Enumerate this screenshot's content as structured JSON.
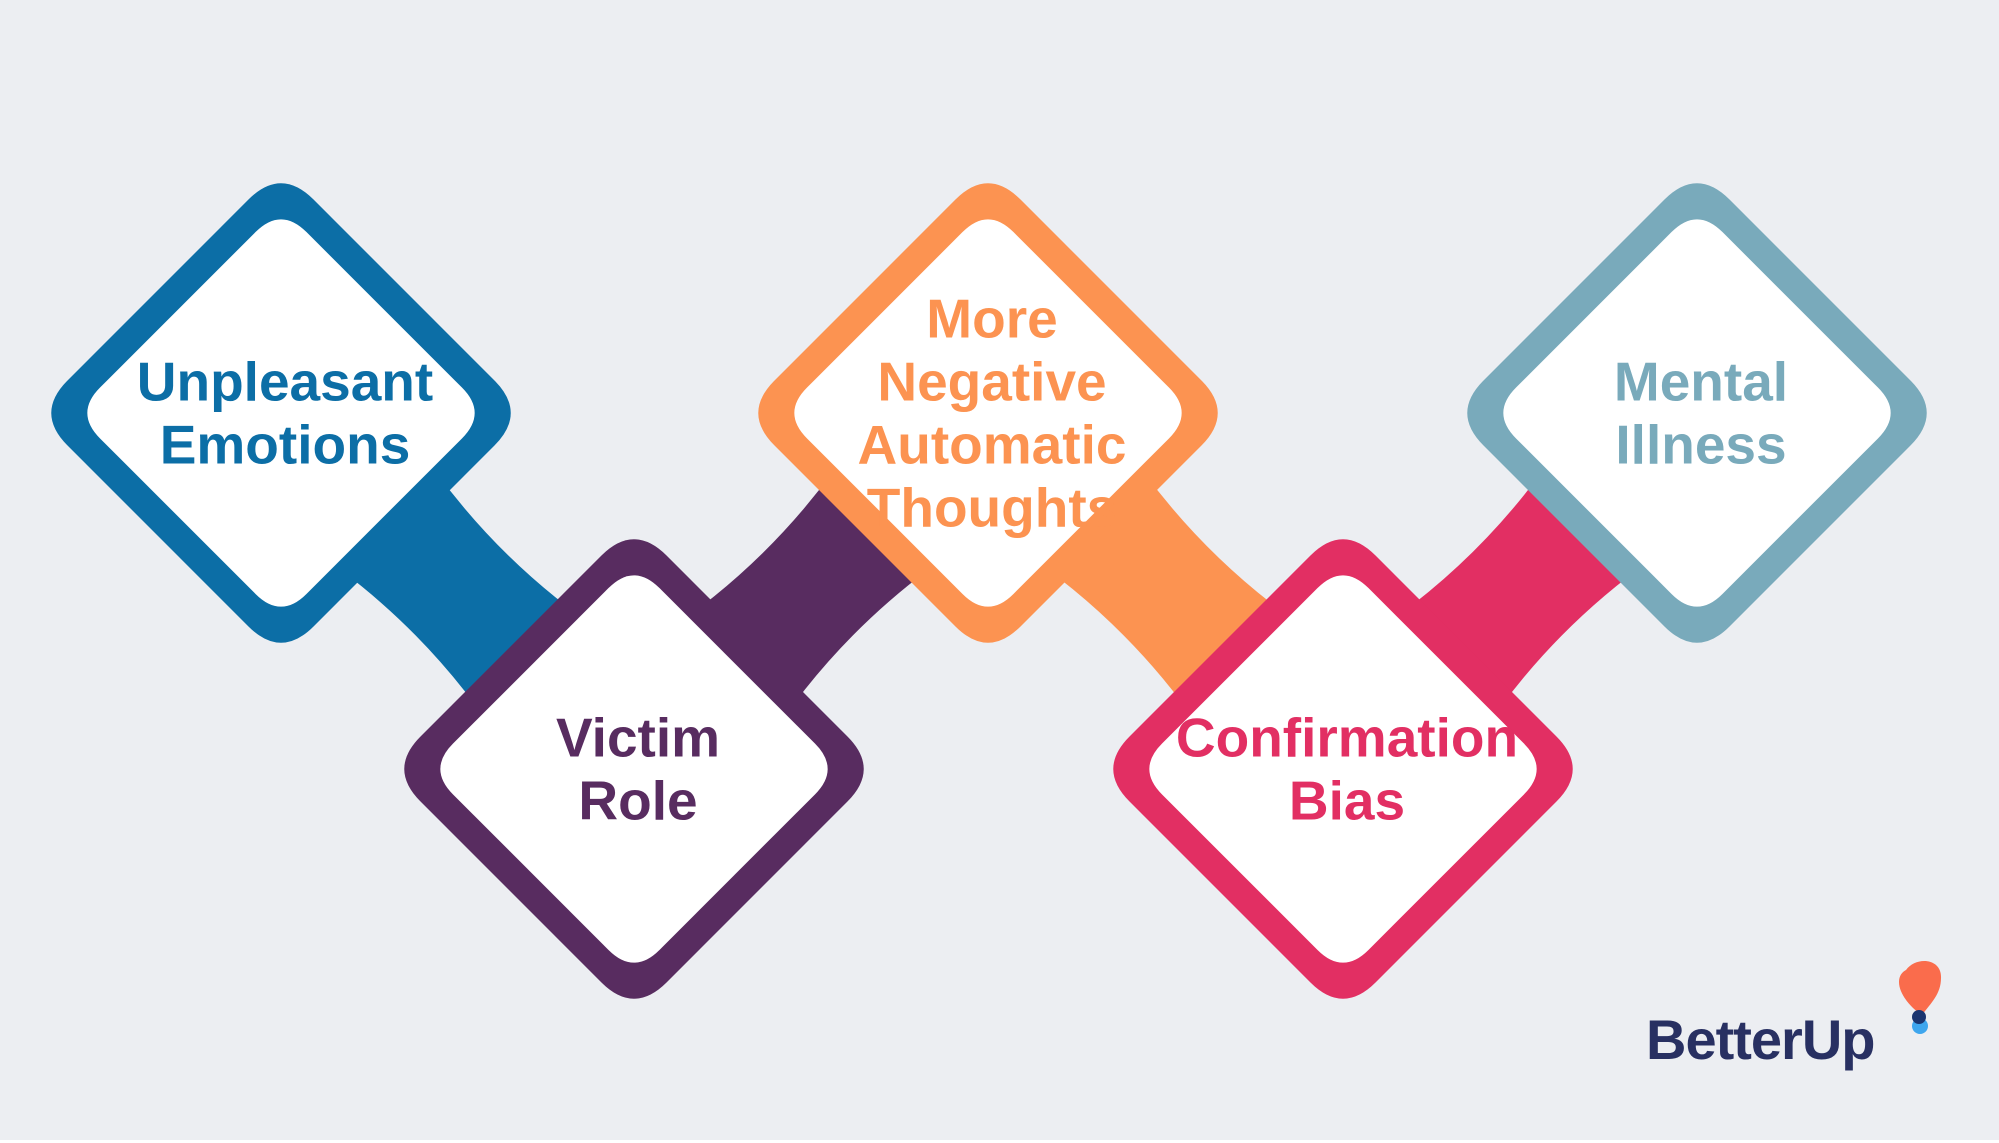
{
  "diagram": {
    "nodes": [
      {
        "id": "unpleasant-emotions",
        "lines": [
          "Unpleasant",
          "Emotions"
        ],
        "color": "#0c6ea6"
      },
      {
        "id": "victim-role",
        "lines": [
          "Victim",
          "Role"
        ],
        "color": "#582c60"
      },
      {
        "id": "more-negative-automatic-thoughts",
        "lines": [
          "More",
          "Negative",
          "Automatic",
          "Thoughts"
        ],
        "color": "#fc9351"
      },
      {
        "id": "confirmation-bias",
        "lines": [
          "Confirmation",
          "Bias"
        ],
        "color": "#e22f63"
      },
      {
        "id": "mental-illness",
        "lines": [
          "Mental",
          "Illness"
        ],
        "color": "#79aabb"
      }
    ],
    "sequence": [
      "unpleasant-emotions",
      "victim-role",
      "more-negative-automatic-thoughts",
      "confirmation-bias",
      "mental-illness"
    ]
  },
  "brand": {
    "name": "BetterUp",
    "text_color": "#283062",
    "accent_colors": [
      "#fa6c4c",
      "#3ea6ee",
      "#1b3570"
    ]
  },
  "background": "#eceef2"
}
